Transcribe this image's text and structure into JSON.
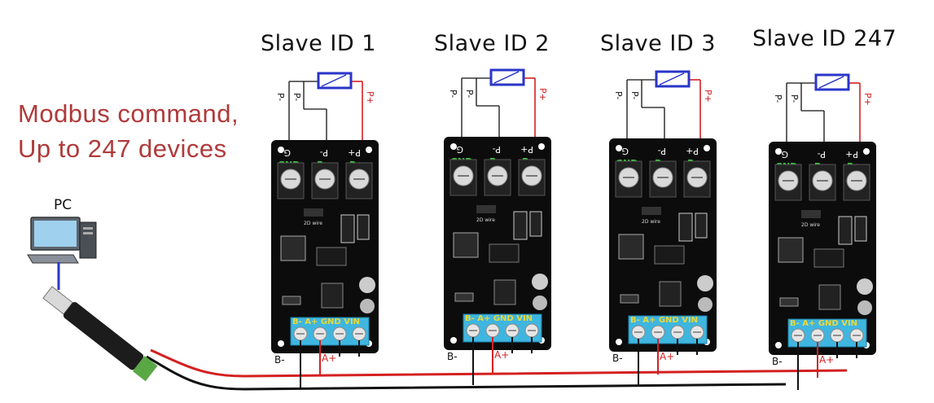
{
  "caption": {
    "line1": "Modbus command,",
    "line2": "Up to 247 devices"
  },
  "pc": {
    "label": "PC",
    "icon": "desktop-computer-icon"
  },
  "usb_adapter": {
    "icon": "usb-rs485-adapter-icon"
  },
  "sensor_labels": {
    "p_minus": "P-",
    "p_plus": "P+"
  },
  "board_labels": {
    "g": "G",
    "p_minus": "P-",
    "p_plus": "P+",
    "gnd": "GND",
    "terminal_pm": "P-",
    "terminal_pp": "P+",
    "wire_label": "2D wire",
    "bus_terminals": "B- A+ GND VIN"
  },
  "bus_labels": {
    "b_minus": "B-",
    "a_plus": "A+"
  },
  "slaves": [
    {
      "title": "Slave ID 1"
    },
    {
      "title": "Slave ID 2"
    },
    {
      "title": "Slave ID 3"
    },
    {
      "title": "Slave ID 247"
    }
  ],
  "colors": {
    "caption": "#b03a3a",
    "wire_red": "#d42020",
    "wire_black": "#111111",
    "pcb": "#0c0c0c",
    "terminal_blue": "#3fb6e0",
    "sensor_blue": "#2a35c8",
    "silk_green": "#3cd13c",
    "silk_yellow": "#e8d83a",
    "usb_green": "#5aa845"
  }
}
